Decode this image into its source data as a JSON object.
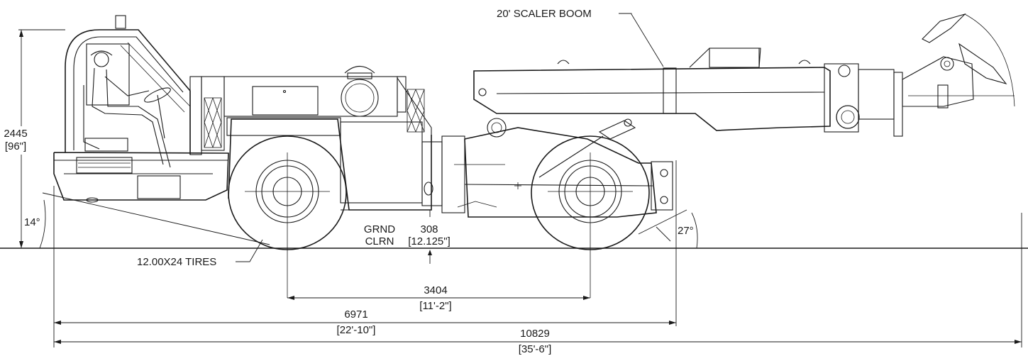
{
  "labels": {
    "boom": "20' SCALER BOOM",
    "tires": "12.00X24 TIRES",
    "height_mm": "2445",
    "height_in": "[96\"]",
    "approach_angle": "14°",
    "departure_angle": "27°",
    "clearance_title_1": "GRND",
    "clearance_title_2": "CLRN",
    "clearance_mm": "308",
    "clearance_in": "[12.125\"]",
    "wheelbase_mm": "3404",
    "wheelbase_in": "[11'-2\"]",
    "chassis_mm": "6971",
    "chassis_in": "[22'-10\"]",
    "overall_mm": "10829",
    "overall_in": "[35'-6\"]"
  }
}
